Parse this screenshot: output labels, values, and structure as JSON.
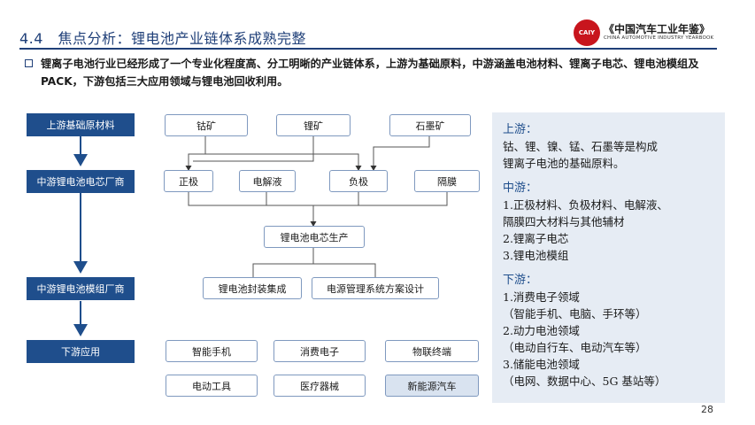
{
  "header": {
    "title": "4.4　焦点分析：锂电池产业链体系成熟完整",
    "logo_mark": "CAIY",
    "logo_name": "《中国汽车工业年鉴》",
    "logo_sub": "CHINA AUTOMOTIVE INDUSTRY YEARBOOK"
  },
  "intro": "锂离子电池行业已经形成了一个专业化程度高、分工明晰的产业链体系，上游为基础原料，中游涵盖电池材料、锂离子电芯、锂电池模组及 PACK，下游包括三大应用领域与锂电池回收利用。",
  "stages": [
    "上游基础原材料",
    "中游锂电池电芯厂商",
    "中游锂电池模组厂商",
    "下游应用"
  ],
  "raw": [
    "钴矿",
    "锂矿",
    "石墨矿"
  ],
  "materials": [
    "正极",
    "电解液",
    "负极",
    "隔膜"
  ],
  "cell": "锂电池电芯生产",
  "module": [
    "锂电池封装集成",
    "电源管理系统方案设计"
  ],
  "apps": [
    "智能手机",
    "消费电子",
    "物联终端",
    "电动工具",
    "医疗器械",
    "新能源汽车"
  ],
  "panel": {
    "up_title": "上游：",
    "up_lines": [
      "钴、锂、镍、锰、石墨等是构成",
      "锂离子电池的基础原料。"
    ],
    "mid_title": "中游：",
    "mid_lines": [
      "1.正极材料、负极材料、电解液、",
      "隔膜四大材料与其他辅材",
      "2.锂离子电芯",
      "3.锂电池模组"
    ],
    "down_title": "下游：",
    "down_lines": [
      "1.消费电子领域",
      "（智能手机、电脑、手环等）",
      "2.动力电池领域",
      "（电动自行车、电动汽车等）",
      "3.储能电池领域",
      "（电网、数据中心、5G 基站等）"
    ]
  },
  "page_number": "28",
  "colors": {
    "primary": "#1f4e8c",
    "header": "#1f3f78",
    "node_border": "#7f99bf",
    "panel_bg": "#e6ecf4",
    "logo_red": "#c8151d"
  }
}
